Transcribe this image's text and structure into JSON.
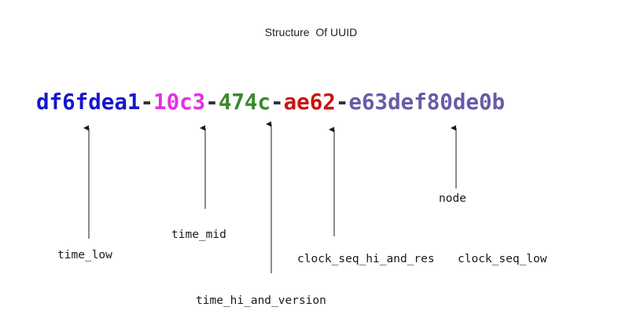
{
  "title": "Structure  Of UUID",
  "uuid": {
    "segments": [
      {
        "text": "df6fdea1",
        "color": "#1616cc"
      },
      {
        "text": "10c3",
        "color": "#e62ee6"
      },
      {
        "text": "474c",
        "color": "#3d8a2a"
      },
      {
        "text": "ae62",
        "color": "#cc1111"
      },
      {
        "text": "e63def80de0b",
        "color": "#6a5aa8"
      }
    ],
    "separator": "-"
  },
  "labels": {
    "time_low": "time_low",
    "time_mid": "time_mid",
    "time_hi_and_version": "time_hi_and_version",
    "clock_seq_hi_and_res": "clock_seq_hi_and_res",
    "clock_seq_low": "clock_seq_low",
    "node": "node"
  }
}
